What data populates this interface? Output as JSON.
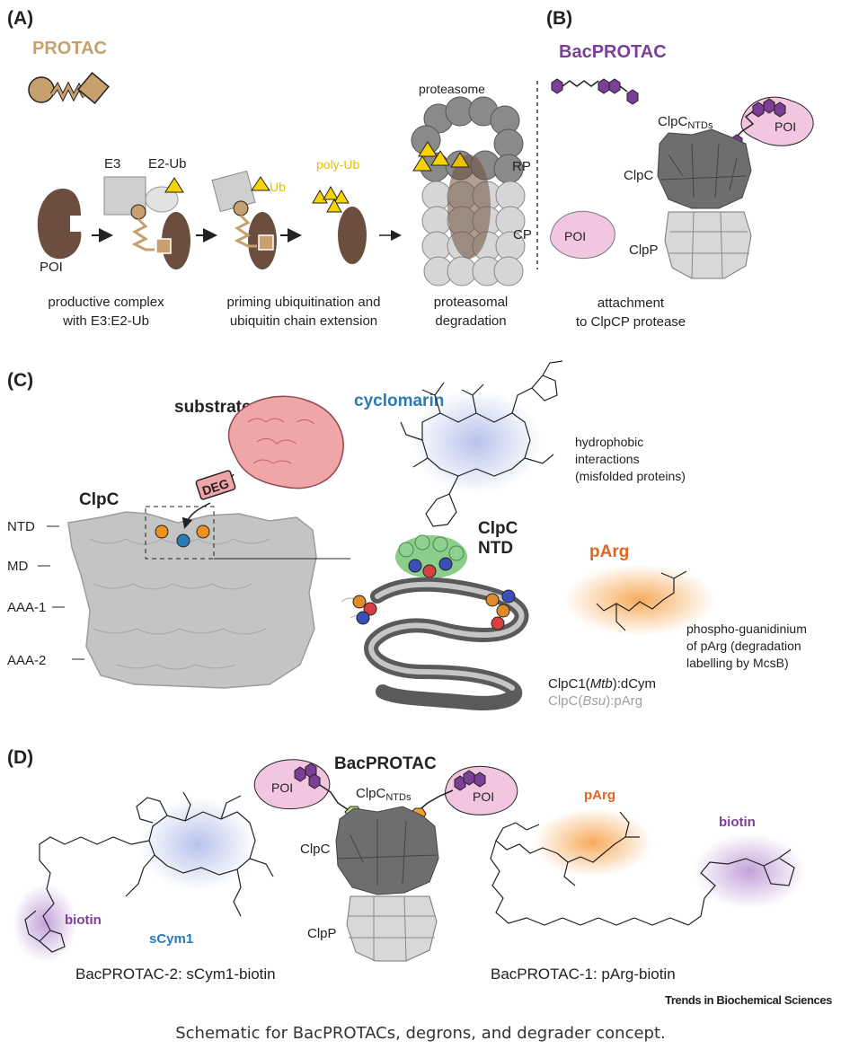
{
  "panels": {
    "A": {
      "label": "(A)",
      "protac_title": "PROTAC",
      "poi": "POI",
      "e3": "E3",
      "e2ub": "E2-Ub",
      "ub": "Ub",
      "polyub": "poly-Ub",
      "proteasome": "proteasome",
      "rp": "RP",
      "cp": "CP",
      "step1": [
        "productive complex",
        "with E3:E2-Ub"
      ],
      "step2": [
        "priming ubiquitination and",
        "ubiquitin chain extension"
      ],
      "step3": [
        "proteasomal",
        "degradation"
      ]
    },
    "B": {
      "label": "(B)",
      "title": "BacPROTAC",
      "clpc_ntds": "ClpC",
      "ntds_sub": "NTDs",
      "poi_bound": "POI",
      "poi_free": "POI",
      "clpc": "ClpC",
      "clpp": "ClpP",
      "caption": [
        "attachment",
        "to ClpCP protease"
      ]
    },
    "C": {
      "label": "(C)",
      "substrate": "substrate",
      "deg": "DEG",
      "clpc": "ClpC",
      "ntd": "NTD",
      "md": "MD",
      "aaa1": "AAA-1",
      "aaa2": "AAA-2",
      "cyclomarin": "cyclomarin",
      "cyclo_note": [
        "hydrophobic",
        "interactions",
        "(misfolded proteins)"
      ],
      "clpc_ntd": [
        "ClpC",
        "NTD"
      ],
      "parg": "pArg",
      "parg_note": [
        "phospho-guanidinium",
        "of pArg (degradation",
        "labelling by McsB)"
      ],
      "legend1_pre": "ClpC1(",
      "legend1_it": "Mtb",
      "legend1_post": "):dCym",
      "legend2_pre": "ClpC(",
      "legend2_it": "Bsu",
      "legend2_post": "):pArg"
    },
    "D": {
      "label": "(D)",
      "title": "BacPROTAC",
      "poi_left": "POI",
      "poi_right": "POI",
      "clpc_ntds": "ClpC",
      "ntds_sub": "NTDs",
      "clpc": "ClpC",
      "clpp": "ClpP",
      "biotin_left": "biotin",
      "scym1": "sCym1",
      "parg": "pArg",
      "biotin_right": "biotin",
      "name_left": "BacPROTAC-2: sCym1-biotin",
      "name_right": "BacPROTAC-1: pArg-biotin"
    }
  },
  "journal": "Trends in Biochemical Sciences",
  "caption": "Schematic for BacPROTACs, degrons, and degrader concept.",
  "colors": {
    "protac": "#c8a06e",
    "bacprotac": "#7b3f98",
    "cyclomarin": "#2a7ab8",
    "parg": "#e0661f",
    "ub": "#f5d400",
    "poi_brown": "#6b4e3d",
    "poi_pink": "#f2c6e0",
    "clpc_grey": "#6e6e6e",
    "clpp_grey": "#d8d8d8",
    "substrate_pink": "#f0a5a8"
  }
}
